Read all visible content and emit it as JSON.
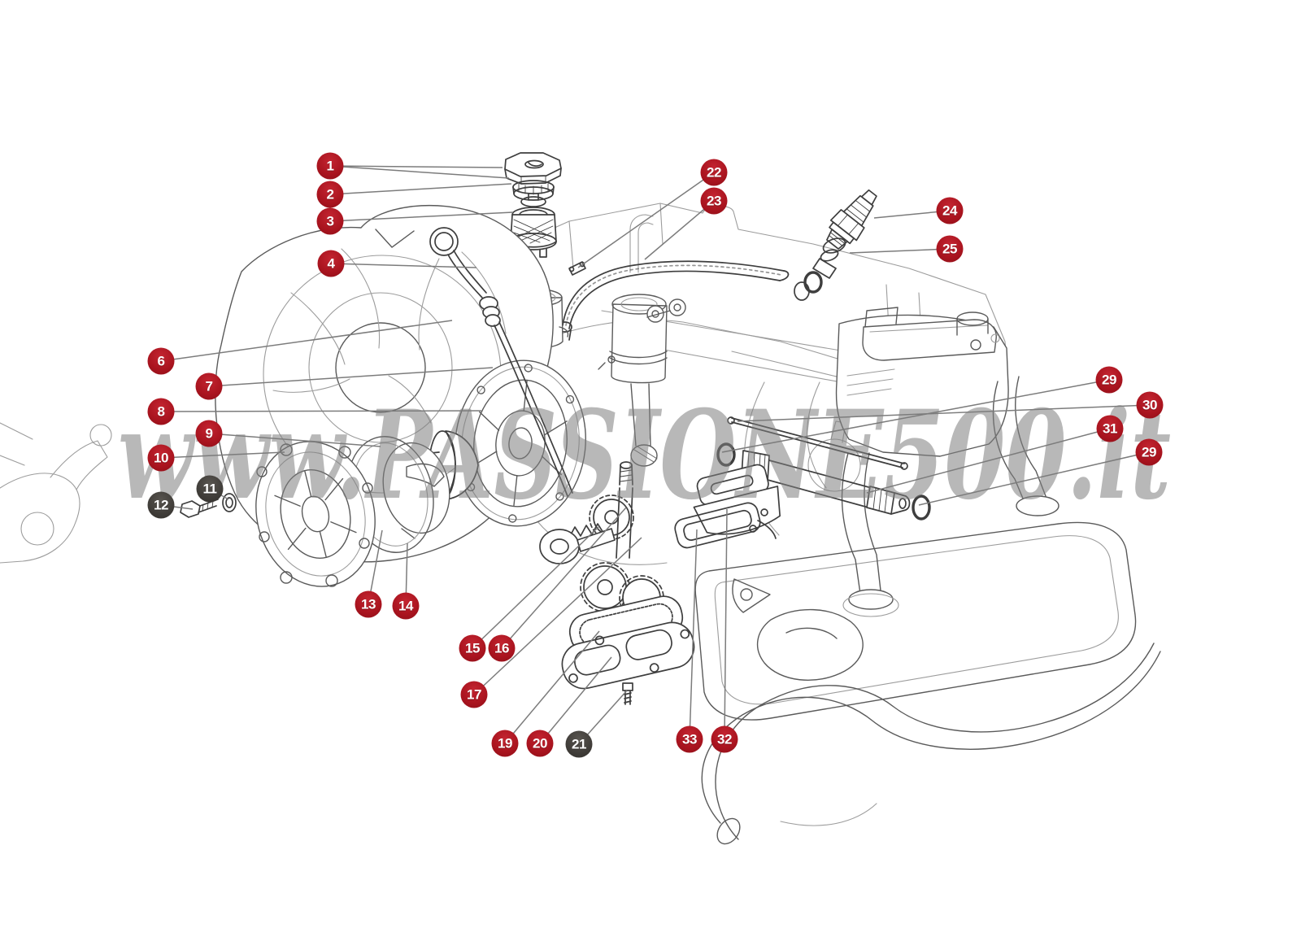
{
  "watermark": {
    "text": "www.PASSIONE500.it"
  },
  "colors": {
    "background": "#FFFFFF",
    "callout_red": "#AA141F",
    "callout_dark": "#403D39",
    "callout_number_text": "#FFFFFF",
    "leader_line": "#7C7C7C",
    "artwork_line": "#5A5A5A",
    "watermark_gray": "#B9B9B9"
  },
  "callouts": [
    {
      "label": "1",
      "variant": "red"
    },
    {
      "label": "2",
      "variant": "red"
    },
    {
      "label": "3",
      "variant": "red"
    },
    {
      "label": "4",
      "variant": "red"
    },
    {
      "label": "6",
      "variant": "red"
    },
    {
      "label": "7",
      "variant": "red"
    },
    {
      "label": "8",
      "variant": "red"
    },
    {
      "label": "9",
      "variant": "red"
    },
    {
      "label": "10",
      "variant": "red"
    },
    {
      "label": "11",
      "variant": "dark"
    },
    {
      "label": "12",
      "variant": "dark"
    },
    {
      "label": "13",
      "variant": "red"
    },
    {
      "label": "14",
      "variant": "red"
    },
    {
      "label": "15",
      "variant": "red"
    },
    {
      "label": "16",
      "variant": "red"
    },
    {
      "label": "17",
      "variant": "red"
    },
    {
      "label": "19",
      "variant": "red"
    },
    {
      "label": "20",
      "variant": "red"
    },
    {
      "label": "21",
      "variant": "dark"
    },
    {
      "label": "22",
      "variant": "red"
    },
    {
      "label": "23",
      "variant": "red"
    },
    {
      "label": "24",
      "variant": "red"
    },
    {
      "label": "25",
      "variant": "red"
    },
    {
      "label": "29",
      "variant": "red"
    },
    {
      "label": "30",
      "variant": "red"
    },
    {
      "label": "31",
      "variant": "red"
    },
    {
      "label": "29",
      "variant": "red"
    },
    {
      "label": "33",
      "variant": "red"
    },
    {
      "label": "32",
      "variant": "red"
    }
  ]
}
